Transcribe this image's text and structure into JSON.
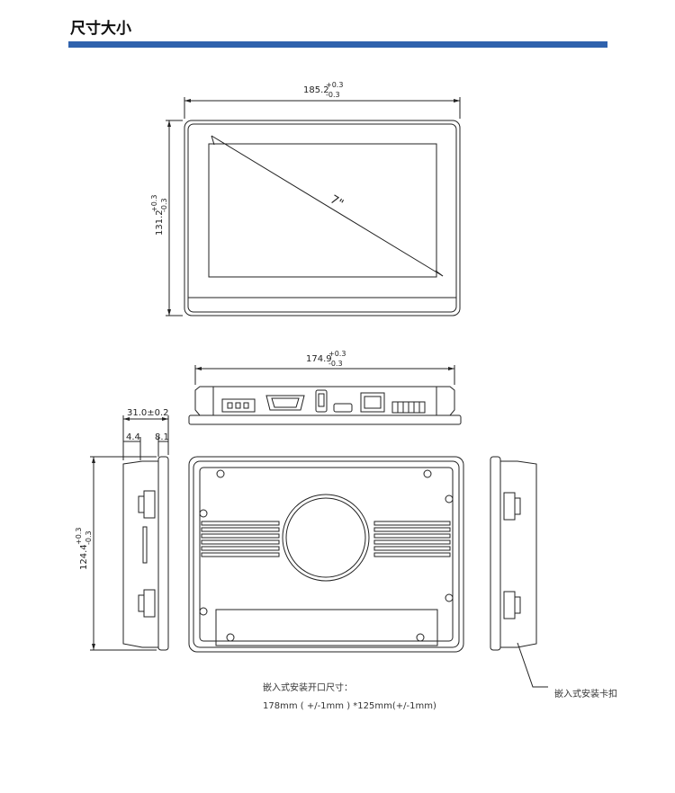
{
  "header": {
    "title": "尺寸大小"
  },
  "dims": {
    "front_width": "185.2",
    "front_height": "131.2",
    "screen_size": "7\"",
    "bottom_width": "174.9",
    "side_depth": "31.0±0.2",
    "side_a": "4.4",
    "side_b": "8.1",
    "back_height": "124.4",
    "tol_plus": "+0.3",
    "tol_minus": "-0.3"
  },
  "notes": {
    "cutout_label": "嵌入式安装开口尺寸：",
    "cutout_value": "178mm ( +/-1mm ) *125mm(+/-1mm)",
    "clip_label": "嵌入式安装卡扣"
  },
  "colors": {
    "accent_bar": "#2f62ad",
    "line": "#222222"
  }
}
